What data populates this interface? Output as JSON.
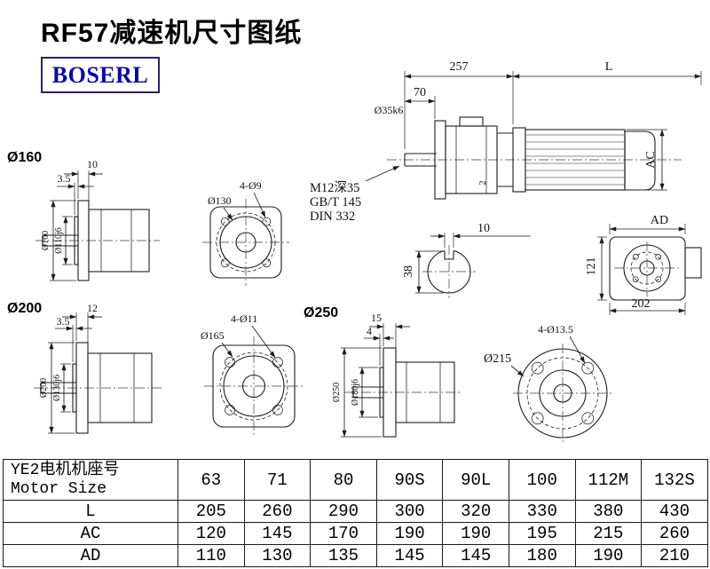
{
  "page": {
    "title": "RF57减速机尺寸图纸",
    "brand": "BOSERL"
  },
  "colors": {
    "brand_text": "#0a0a9e",
    "brand_border": "#312060",
    "ink": "#1c1c1c"
  },
  "main_view": {
    "dim_257": "257",
    "dim_L": "L",
    "dim_70": "70",
    "shaft_dia": "Ø35k6",
    "dim_AC": "AC",
    "dim_2": "2",
    "note1": "M12深35",
    "note2": "GB/T 145",
    "note3": "DIN 332"
  },
  "key_section": {
    "dim_width": "10",
    "dim_height": "38"
  },
  "end_view": {
    "dim_AD": "AD",
    "dim_121": "121",
    "dim_202": "202"
  },
  "flange160_view": {
    "title": "Ø160",
    "dim_10": "10",
    "dim_35": "3.5",
    "dim_od": "Ø160",
    "dim_spigot": "Ø110j6"
  },
  "face130_view": {
    "bolt_circle": "Ø130",
    "holes": "4-Ø9"
  },
  "flange200_view": {
    "title": "Ø200",
    "dim_12": "12",
    "dim_35": "3.5",
    "dim_od": "Ø200",
    "dim_spigot": "Ø130j6"
  },
  "face165_view": {
    "bolt_circle": "Ø165",
    "holes": "4-Ø11"
  },
  "flange250_view": {
    "title": "Ø250",
    "dim_15": "15",
    "dim_4": "4",
    "dim_od": "Ø250",
    "dim_spigot": "Ø180j6"
  },
  "face215_view": {
    "bolt_circle": "Ø215",
    "holes": "4-Ø13.5"
  },
  "table": {
    "header": {
      "label_line1": "YE2电机机座号",
      "label_line2": "Motor Size",
      "sizes": [
        "63",
        "71",
        "80",
        "90S",
        "90L",
        "100",
        "112M",
        "132S"
      ]
    },
    "rows": [
      {
        "label": "L",
        "values": [
          "205",
          "260",
          "290",
          "300",
          "320",
          "330",
          "380",
          "430"
        ]
      },
      {
        "label": "AC",
        "values": [
          "120",
          "145",
          "170",
          "190",
          "190",
          "195",
          "215",
          "260"
        ]
      },
      {
        "label": "AD",
        "values": [
          "110",
          "130",
          "135",
          "145",
          "145",
          "180",
          "190",
          "210"
        ]
      }
    ]
  }
}
